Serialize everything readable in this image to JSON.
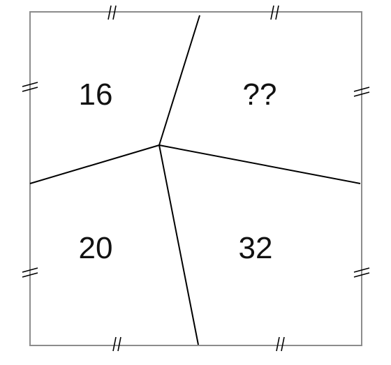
{
  "colors": {
    "border": "#8c8c8c",
    "lines": "#000000",
    "ticks": "#000000",
    "text": "#111111"
  },
  "regions": {
    "top_left": "16",
    "top_right": "??",
    "bottom_left": "20",
    "bottom_right": "32"
  }
}
